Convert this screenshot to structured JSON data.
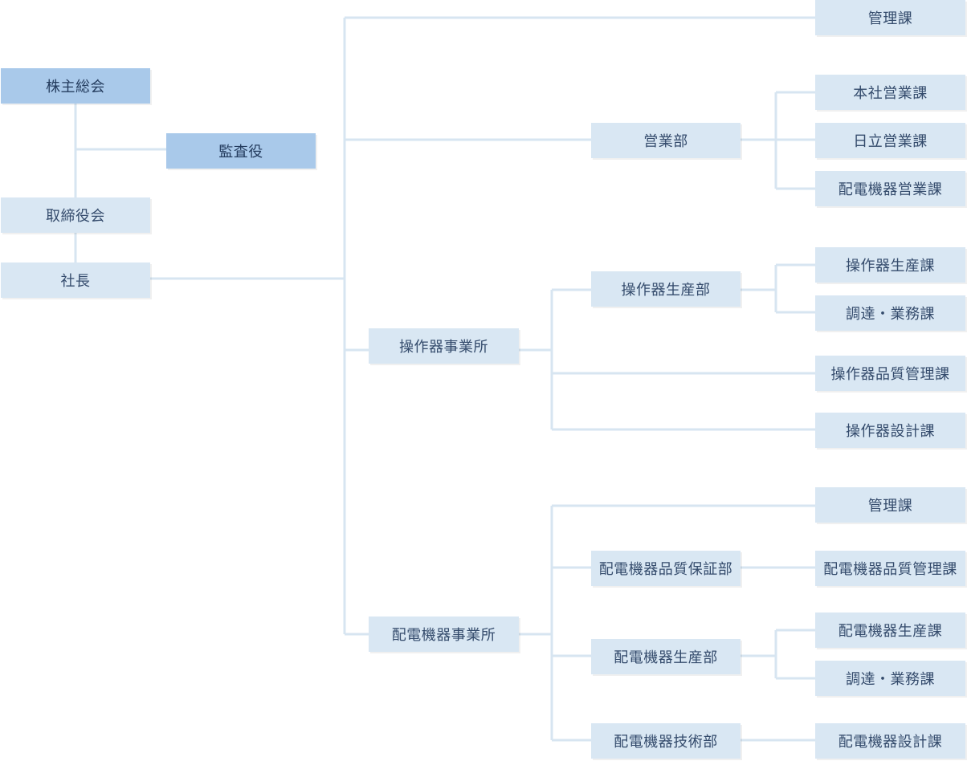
{
  "colors": {
    "connector": "#d7e5f1",
    "box_dark": "#a9c9ea",
    "box_light": "#d9e7f3",
    "text": "#2f4667"
  },
  "org": {
    "shareholders_meeting": "株主総会",
    "auditor": "監査役",
    "board_of_directors": "取締役会",
    "president": "社長",
    "admin_top": "管理課",
    "sales_dept": "営業部",
    "sales_hq_section": "本社営業課",
    "sales_hitachi_section": "日立営業課",
    "sales_switchgear_section": "配電機器営業課",
    "ops_division": "操作器事業所",
    "ops_production_dept": "操作器生産部",
    "ops_production_section": "操作器生産課",
    "ops_procurement_section": "調達・業務課",
    "ops_quality_section": "操作器品質管理課",
    "ops_design_section": "操作器設計課",
    "switchgear_division": "配電機器事業所",
    "switchgear_admin_section": "管理課",
    "switchgear_qa_dept": "配電機器品質保証部",
    "switchgear_qc_section": "配電機器品質管理課",
    "switchgear_production_dept": "配電機器生産部",
    "switchgear_production_section": "配電機器生産課",
    "switchgear_procurement_section": "調達・業務課",
    "switchgear_tech_dept": "配電機器技術部",
    "switchgear_design_section": "配電機器設計課"
  }
}
